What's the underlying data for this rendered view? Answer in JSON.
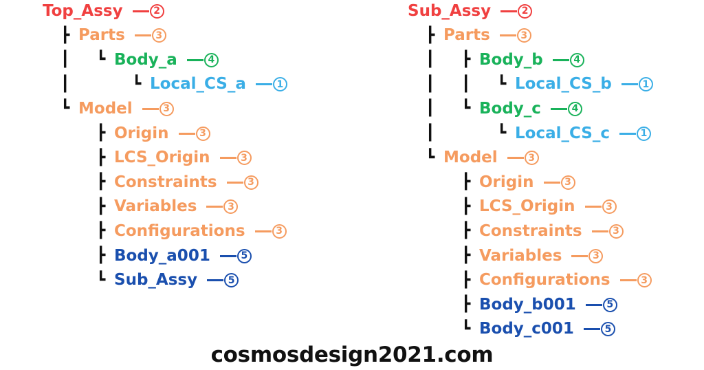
{
  "colors": {
    "2": "#f04040",
    "3": "#f59b5f",
    "4": "#19b25a",
    "1": "#3aaee6",
    "5": "#1a4fae",
    "glyph": "#111111"
  },
  "level_marks": {
    "1": "①",
    "2": "②",
    "3": "③",
    "4": "④",
    "5": "⑤"
  },
  "branch_glyphs": {
    "tee": "┣",
    "elbow": "┗",
    "pipe": "┃"
  },
  "trees": [
    {
      "name": "left-tree",
      "rows": [
        {
          "label": "Top_Assy",
          "level": "2",
          "prefix": []
        },
        {
          "label": "Parts",
          "level": "3",
          "prefix": [
            "tee"
          ]
        },
        {
          "label": "Body_a",
          "level": "4",
          "prefix": [
            "pipe",
            "elbow"
          ]
        },
        {
          "label": "Local_CS_a",
          "level": "1",
          "prefix": [
            "pipe",
            "",
            "elbow"
          ]
        },
        {
          "label": "Model",
          "level": "3",
          "prefix": [
            "elbow"
          ]
        },
        {
          "label": "Origin",
          "level": "3",
          "prefix": [
            "",
            "tee"
          ]
        },
        {
          "label": "LCS_Origin",
          "level": "3",
          "prefix": [
            "",
            "tee"
          ]
        },
        {
          "label": "Constraints",
          "level": "3",
          "prefix": [
            "",
            "tee"
          ]
        },
        {
          "label": "Variables",
          "level": "3",
          "prefix": [
            "",
            "tee"
          ]
        },
        {
          "label": "Configurations",
          "level": "3",
          "prefix": [
            "",
            "tee"
          ]
        },
        {
          "label": "Body_a001",
          "level": "5",
          "prefix": [
            "",
            "tee"
          ]
        },
        {
          "label": "Sub_Assy",
          "level": "5",
          "prefix": [
            "",
            "elbow"
          ]
        }
      ]
    },
    {
      "name": "right-tree",
      "rows": [
        {
          "label": "Sub_Assy",
          "level": "2",
          "prefix": []
        },
        {
          "label": "Parts",
          "level": "3",
          "prefix": [
            "tee"
          ]
        },
        {
          "label": "Body_b",
          "level": "4",
          "prefix": [
            "pipe",
            "tee"
          ]
        },
        {
          "label": "Local_CS_b",
          "level": "1",
          "prefix": [
            "pipe",
            "pipe",
            "elbow"
          ]
        },
        {
          "label": "Body_c",
          "level": "4",
          "prefix": [
            "pipe",
            "elbow"
          ]
        },
        {
          "label": "Local_CS_c",
          "level": "1",
          "prefix": [
            "pipe",
            "",
            "elbow"
          ]
        },
        {
          "label": "Model",
          "level": "3",
          "prefix": [
            "elbow"
          ]
        },
        {
          "label": "Origin",
          "level": "3",
          "prefix": [
            "",
            "tee"
          ]
        },
        {
          "label": "LCS_Origin",
          "level": "3",
          "prefix": [
            "",
            "tee"
          ]
        },
        {
          "label": "Constraints",
          "level": "3",
          "prefix": [
            "",
            "tee"
          ]
        },
        {
          "label": "Variables",
          "level": "3",
          "prefix": [
            "",
            "tee"
          ]
        },
        {
          "label": "Configurations",
          "level": "3",
          "prefix": [
            "",
            "tee"
          ]
        },
        {
          "label": "Body_b001",
          "level": "5",
          "prefix": [
            "",
            "tee"
          ]
        },
        {
          "label": "Body_c001",
          "level": "5",
          "prefix": [
            "",
            "elbow"
          ]
        }
      ]
    }
  ],
  "watermark": "cosmosdesign2021.com"
}
